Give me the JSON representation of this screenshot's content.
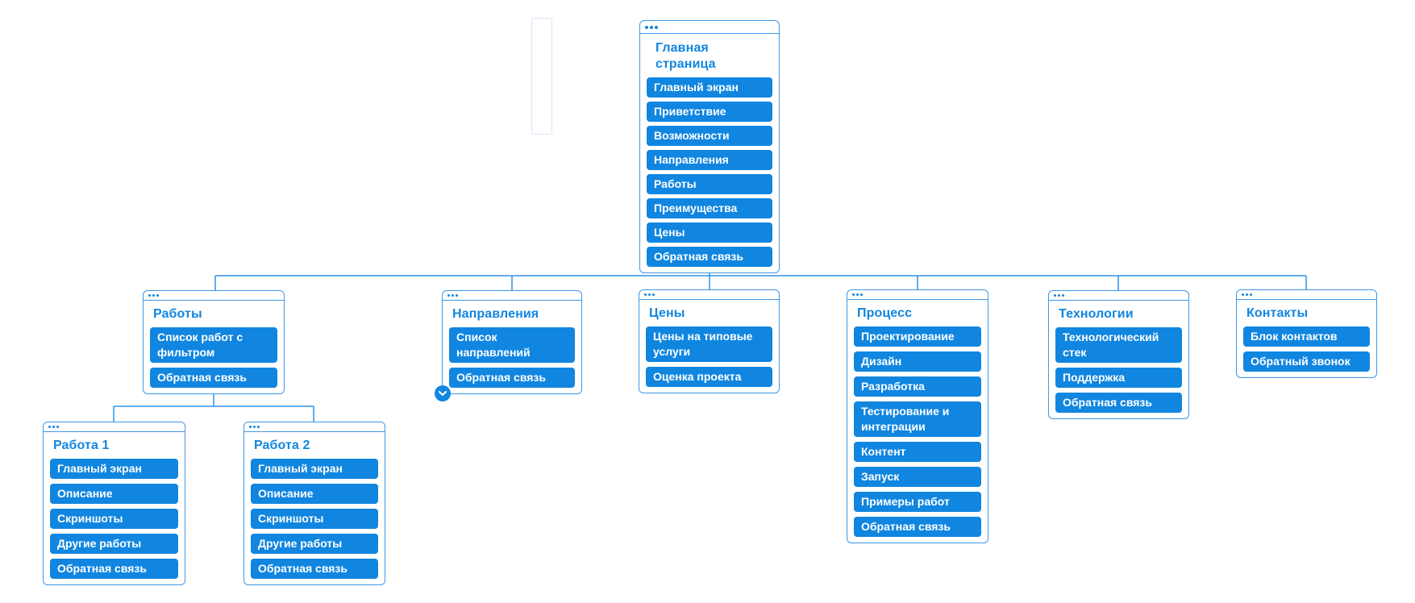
{
  "colors": {
    "accent": "#1186e0",
    "card_border": "#3f97e8",
    "connector": "#2e93ea",
    "ghost_border": "#dbe6f7",
    "item_text": "#ffffff",
    "background": "#ffffff"
  },
  "icons": {
    "card_menu": "ellipsis-dots",
    "expand_children": "chevron-down-circle"
  },
  "cards": {
    "home": {
      "title": "Главная страница",
      "items": [
        "Главный экран",
        "Приветствие",
        "Возможности",
        "Направления",
        "Работы",
        "Преимущества",
        "Цены",
        "Обратная связь"
      ]
    },
    "works": {
      "title": "Работы",
      "items": [
        "Список работ с фильтром",
        "Обратная связь"
      ]
    },
    "directions": {
      "title": "Направления",
      "items": [
        "Список направлений",
        "Обратная связь"
      ]
    },
    "prices": {
      "title": "Цены",
      "items": [
        "Цены на типовые услуги",
        "Оценка проекта"
      ]
    },
    "process": {
      "title": "Процесс",
      "items": [
        "Проектирование",
        "Дизайн",
        "Разработка",
        "Тестирование и интеграции",
        "Контент",
        "Запуск",
        "Примеры работ",
        "Обратная связь"
      ]
    },
    "technologies": {
      "title": "Технологии",
      "items": [
        "Технологический стек",
        "Поддержка",
        "Обратная связь"
      ]
    },
    "contacts": {
      "title": "Контакты",
      "items": [
        "Блок контактов",
        "Обратный звонок"
      ]
    },
    "work1": {
      "title": "Работа 1",
      "items": [
        "Главный экран",
        "Описание",
        "Скриншоты",
        "Другие работы",
        "Обратная связь"
      ]
    },
    "work2": {
      "title": "Работа 2",
      "items": [
        "Главный экран",
        "Описание",
        "Скриншоты",
        "Другие работы",
        "Обратная связь"
      ]
    }
  }
}
